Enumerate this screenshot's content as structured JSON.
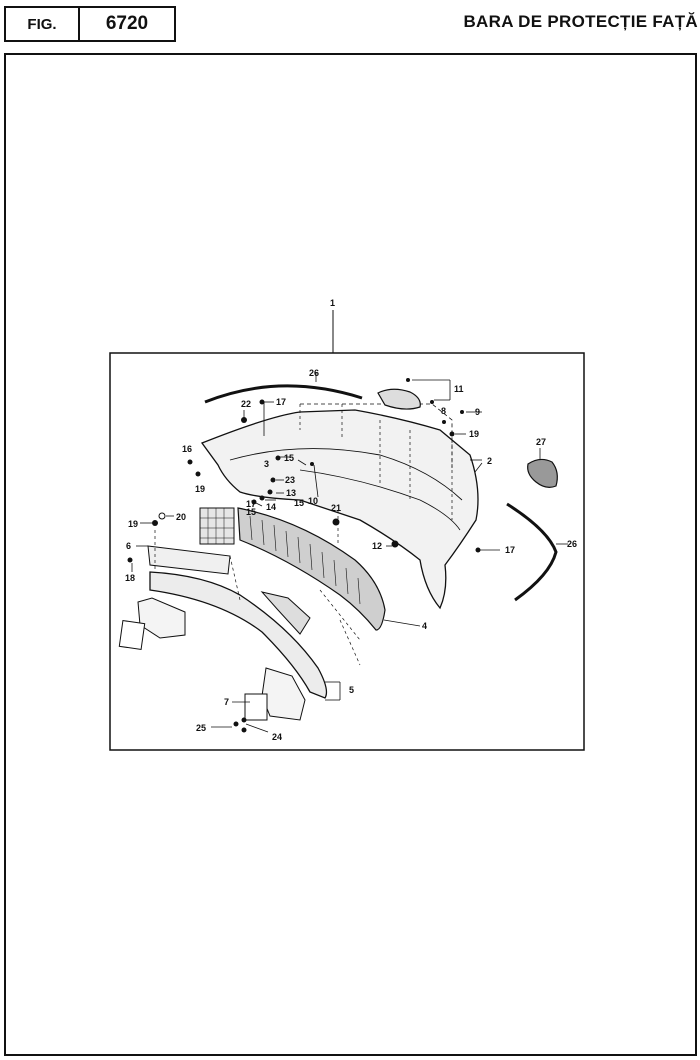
{
  "header": {
    "fig_label": "FIG.",
    "fig_number": "6720",
    "title": "BARA DE PROTECȚIE FAȚĂ"
  },
  "callouts": [
    "1",
    "2",
    "3",
    "4",
    "5",
    "6",
    "7",
    "8",
    "9",
    "10",
    "11",
    "12",
    "13",
    "14",
    "15",
    "15",
    "15",
    "16",
    "17",
    "17",
    "17",
    "18",
    "19",
    "19",
    "19",
    "20",
    "21",
    "22",
    "23",
    "24",
    "25",
    "26",
    "26",
    "27"
  ]
}
